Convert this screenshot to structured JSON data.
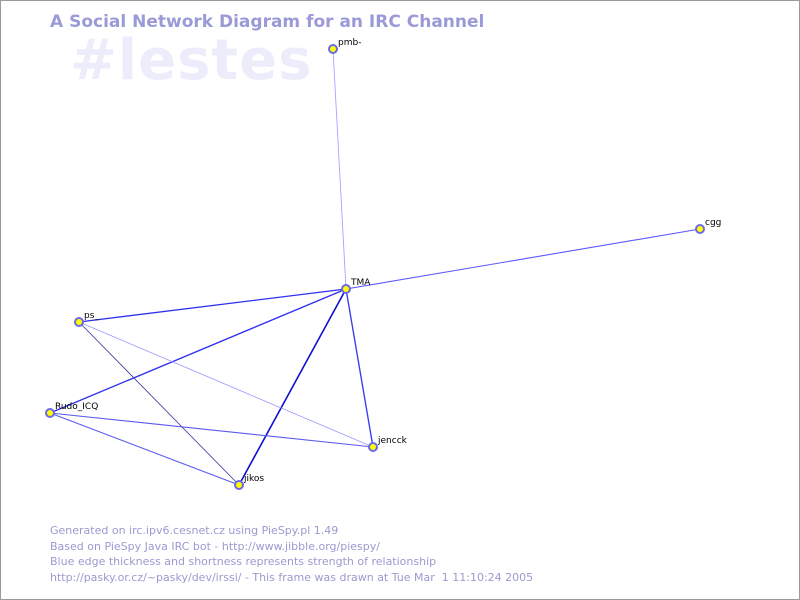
{
  "title": "A Social Network Diagram for an IRC Channel",
  "channel": "#lestes",
  "graph": {
    "nodes": [
      {
        "id": "pmb-",
        "label": "pmb-"
      },
      {
        "id": "cgg",
        "label": "cgg"
      },
      {
        "id": "TMA",
        "label": "TMA"
      },
      {
        "id": "ps_",
        "label": "ps_"
      },
      {
        "id": "Rudo_ICQ",
        "label": "Rudo_ICQ"
      },
      {
        "id": "jencck",
        "label": "jencck"
      },
      {
        "id": "jikos",
        "label": "jikos"
      }
    ],
    "edges": [
      {
        "from": "pmb-",
        "to": "TMA",
        "strength": 1,
        "color": "#a0a0ff"
      },
      {
        "from": "cgg",
        "to": "TMA",
        "strength": 2,
        "color": "#5a5aff"
      },
      {
        "from": "TMA",
        "to": "ps_",
        "strength": 3,
        "color": "#3030f0"
      },
      {
        "from": "TMA",
        "to": "Rudo_ICQ",
        "strength": 3,
        "color": "#3030f0"
      },
      {
        "from": "TMA",
        "to": "jikos",
        "strength": 4,
        "color": "#1010d0"
      },
      {
        "from": "TMA",
        "to": "jencck",
        "strength": 3,
        "color": "#3a3af0"
      },
      {
        "from": "ps_",
        "to": "jencck",
        "strength": 1,
        "color": "#9a9aff"
      },
      {
        "from": "ps_",
        "to": "jikos",
        "strength": 1,
        "color": "#3a3a9a"
      },
      {
        "from": "Rudo_ICQ",
        "to": "jencck",
        "strength": 2,
        "color": "#5a5af0"
      },
      {
        "from": "Rudo_ICQ",
        "to": "jikos",
        "strength": 2,
        "color": "#5a5af0"
      }
    ],
    "node_fill": "#ffff00",
    "node_stroke": "#6a6ae8"
  },
  "footer": {
    "line1": "Generated on irc.ipv6.cesnet.cz using PieSpy.pl 1.49",
    "line2": "Based on PieSpy Java IRC bot - http://www.jibble.org/piespy/",
    "line3": "Blue edge thickness and shortness represents strength of relationship",
    "line4": "http://pasky.or.cz/~pasky/dev/irssi/ - This frame was drawn at Tue Mar  1 11:10:24 2005"
  }
}
